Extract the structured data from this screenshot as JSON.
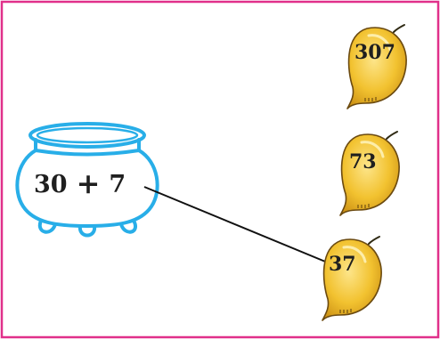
{
  "pot": {
    "left": "30",
    "operator": "+",
    "right": "7"
  },
  "mangoes": [
    {
      "value": "307"
    },
    {
      "value": "73"
    },
    {
      "value": "37"
    }
  ],
  "colors": {
    "frame": "#e0308a",
    "pot": "#28aee8",
    "mango": "#f0c02a",
    "line": "#111111"
  },
  "icons": [
    "pot-icon",
    "mango-icon"
  ],
  "match": {
    "expression": "30 + 7",
    "answer": "37"
  }
}
